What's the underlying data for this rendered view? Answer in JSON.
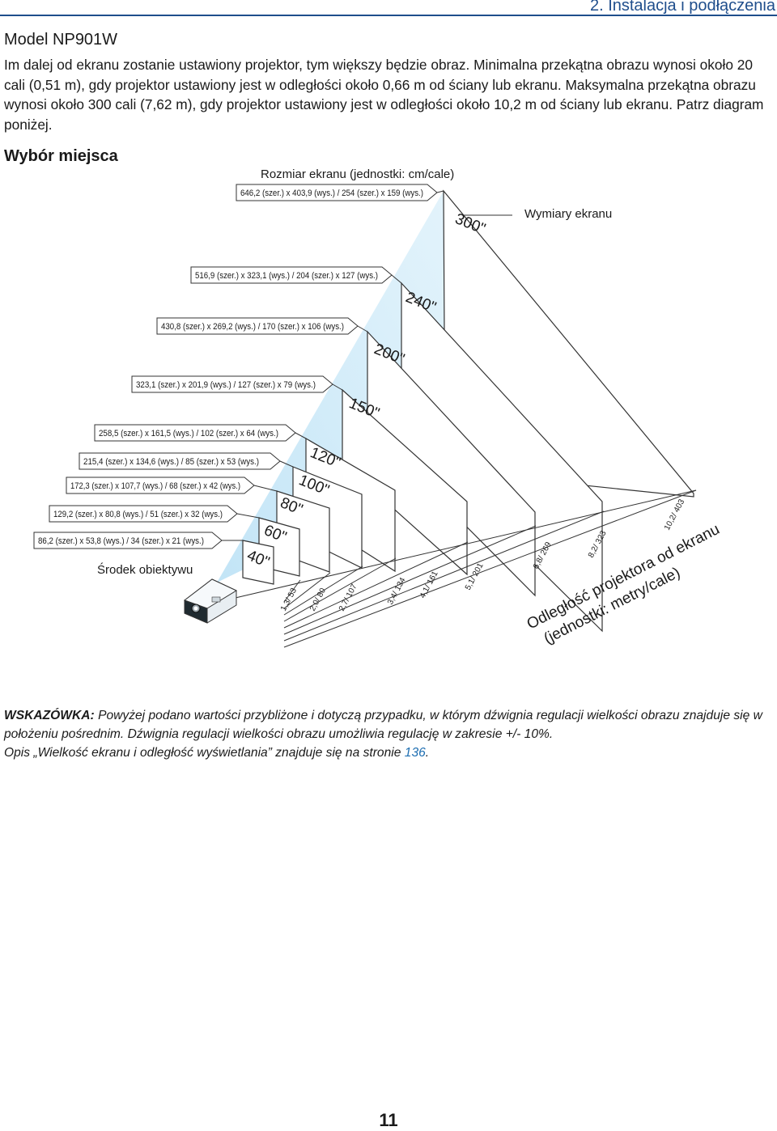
{
  "header": {
    "title": "2. Instalacja i podłączenia"
  },
  "model": "Model NP901W",
  "intro": "Im dalej od ekranu zostanie ustawiony projektor, tym większy będzie obraz. Minimalna przekątna obrazu wynosi około 20 cali (0,51 m), gdy projektor ustawiony jest w odległości około 0,66 m od ściany lub ekranu. Maksymalna przekątna obrazu wynosi około 300 cali (7,62 m), gdy projektor ustawiony jest w odległości około 10,2 m od ściany lub ekranu. Patrz diagram poniżej.",
  "section_title": "Wybór miejsca",
  "diagram": {
    "size_title": "Rozmiar ekranu (jednostki: cm/cale)",
    "screen_dims_label": "Wymiary ekranu",
    "lens_label": "Środek obiektywu",
    "distance_title_1": "Odległość projektora od ekranu",
    "distance_title_2": "(jednostki: metry/cale)",
    "screens": [
      {
        "diag": "300\"",
        "size": "646,2 (szer.) x 403,9 (wys.) / 254 (szer.) x 159 (wys.)",
        "dist": "10,2/ 403"
      },
      {
        "diag": "240\"",
        "size": "516,9 (szer.) x 323,1 (wys.) / 204 (szer.) x 127 (wys.)",
        "dist": "8,2/ 323"
      },
      {
        "diag": "200\"",
        "size": "430,8 (szer.) x 269,2 (wys.) / 170 (szer.) x 106 (wys.)",
        "dist": "6,8/ 269"
      },
      {
        "diag": "150\"",
        "size": "323,1 (szer.) x 201,9 (wys.) / 127 (szer.) x 79 (wys.)",
        "dist": "5,1/ 201"
      },
      {
        "diag": "120\"",
        "size": "258,5 (szer.) x 161,5 (wys.) / 102 (szer.) x 64 (wys.)",
        "dist": "4,1/ 161"
      },
      {
        "diag": "100\"",
        "size": "215,4 (szer.) x 134,6 (wys.) / 85 (szer.) x 53 (wys.)",
        "dist": "3,4/ 134"
      },
      {
        "diag": "80\"",
        "size": "172,3 (szer.) x 107,7 (wys.) / 68 (szer.) x 42 (wys.)",
        "dist": "2,7/ 107"
      },
      {
        "diag": "60\"",
        "size": "129,2 (szer.) x 80,8 (wys.) / 51 (szer.) x 32 (wys.)",
        "dist": "2,0/ 80"
      },
      {
        "diag": "40\"",
        "size": "86,2 (szer.) x 53,8 (wys.) / 34 (szer.) x 21 (wys.)",
        "dist": "1,3/ 53"
      }
    ]
  },
  "hint": {
    "label": "WSKAZÓWKA:",
    "text": "Powyżej podano wartości przybliżone i dotyczą przypadku, w którym dźwignia regulacji wielkości obrazu znajduje się w położeniu pośrednim. Dźwignia regulacji wielkości obrazu umożliwia regulację w zakresie +/- 10%.",
    "line2_pre": "Opis „Wielkość ekranu i odległość wyświetlania” znajduje się na stronie",
    "link": "136",
    "line2_post": "."
  },
  "page_number": "11"
}
